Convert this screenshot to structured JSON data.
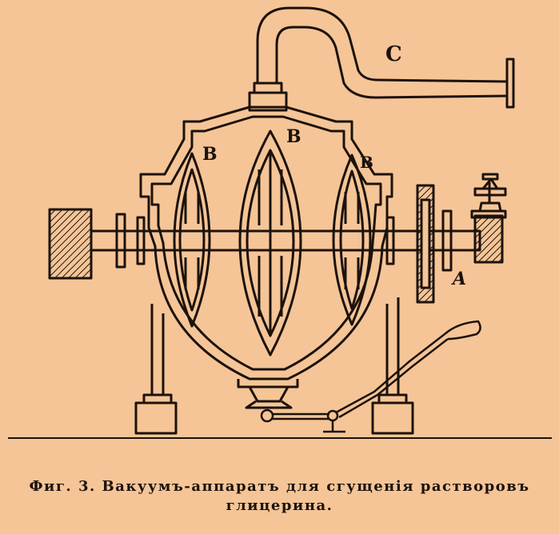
{
  "labels": {
    "c": "C",
    "b_left": "B",
    "b_center": "B",
    "b_right": "B",
    "a": "A"
  },
  "caption": {
    "line1": "Фиг. 3. Вакуумъ-аппаратъ для сгущенія растворовъ",
    "line2": "глицерина."
  },
  "colors": {
    "paper": "#f5c597",
    "ink": "#1c120c"
  }
}
